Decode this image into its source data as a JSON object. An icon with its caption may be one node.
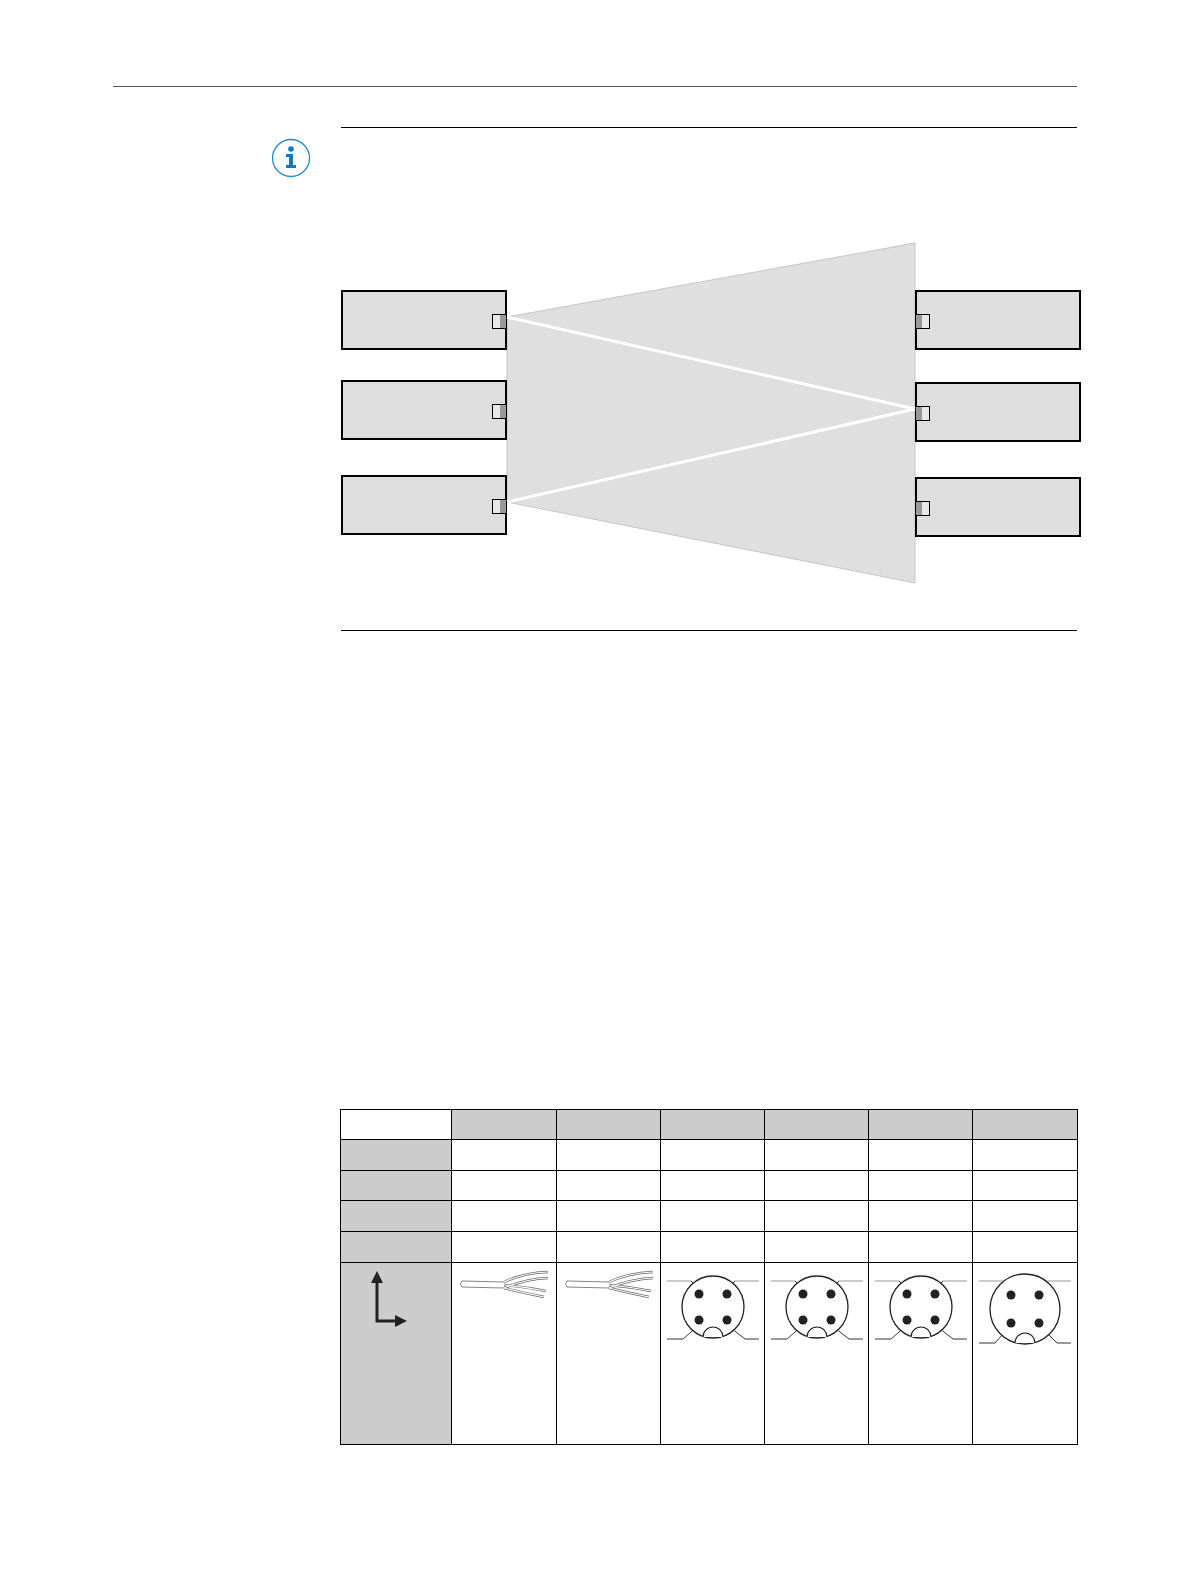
{
  "diagram": {
    "nodes": [
      {
        "text": [],
        "shape": "box"
      },
      {
        "text": [],
        "shape": "box"
      },
      {
        "text": [],
        "shape": "box"
      },
      {
        "text": [],
        "shape": "box"
      },
      {
        "text": [],
        "shape": "box"
      },
      {
        "text": [],
        "shape": "box"
      }
    ],
    "edges": [
      {
        "from": 0,
        "to": 3,
        "arrow": "none"
      },
      {
        "from": 4,
        "to": 3,
        "arrow": "none"
      }
    ]
  }
}
